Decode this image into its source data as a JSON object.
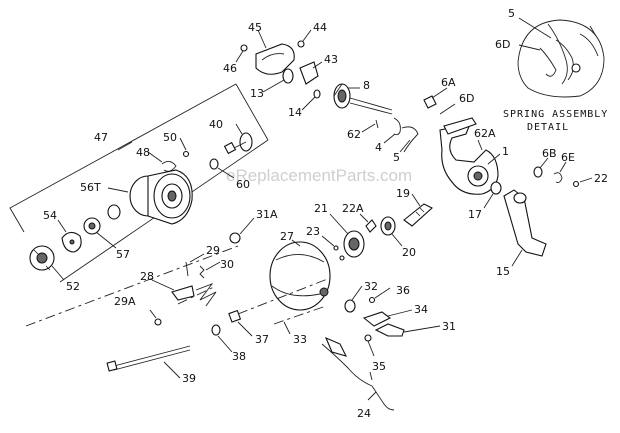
{
  "watermark": "eReplacementParts.com",
  "detail_caption": [
    "SPRING ASSEMBLY",
    "DETAIL"
  ],
  "callouts": {
    "c5a": "5",
    "c6D": "6D",
    "c45": "45",
    "c44": "44",
    "c46": "46",
    "c43": "43",
    "c13": "13",
    "c14": "14",
    "c8": "8",
    "c6A": "6A",
    "c6D2": "6D",
    "c62": "62",
    "c4": "4",
    "c62A": "62A",
    "c5b": "5",
    "c1": "1",
    "c6B": "6B",
    "c6E": "6E",
    "c22": "22",
    "c47": "47",
    "c50": "50",
    "c40": "40",
    "c48": "48",
    "c56T": "56T",
    "c60": "60",
    "c54": "54",
    "c57": "57",
    "c52": "52",
    "c19": "19",
    "c17": "17",
    "c31A": "31A",
    "c21": "21",
    "c22A": "22A",
    "c23": "23",
    "c27": "27",
    "c20": "20",
    "c15": "15",
    "c29": "29",
    "c30": "30",
    "c28": "28",
    "c29A": "29A",
    "c32": "32",
    "c36": "36",
    "c34": "34",
    "c31": "31",
    "c37": "37",
    "c33": "33",
    "c38": "38",
    "c35": "35",
    "c39": "39",
    "c24": "24"
  }
}
